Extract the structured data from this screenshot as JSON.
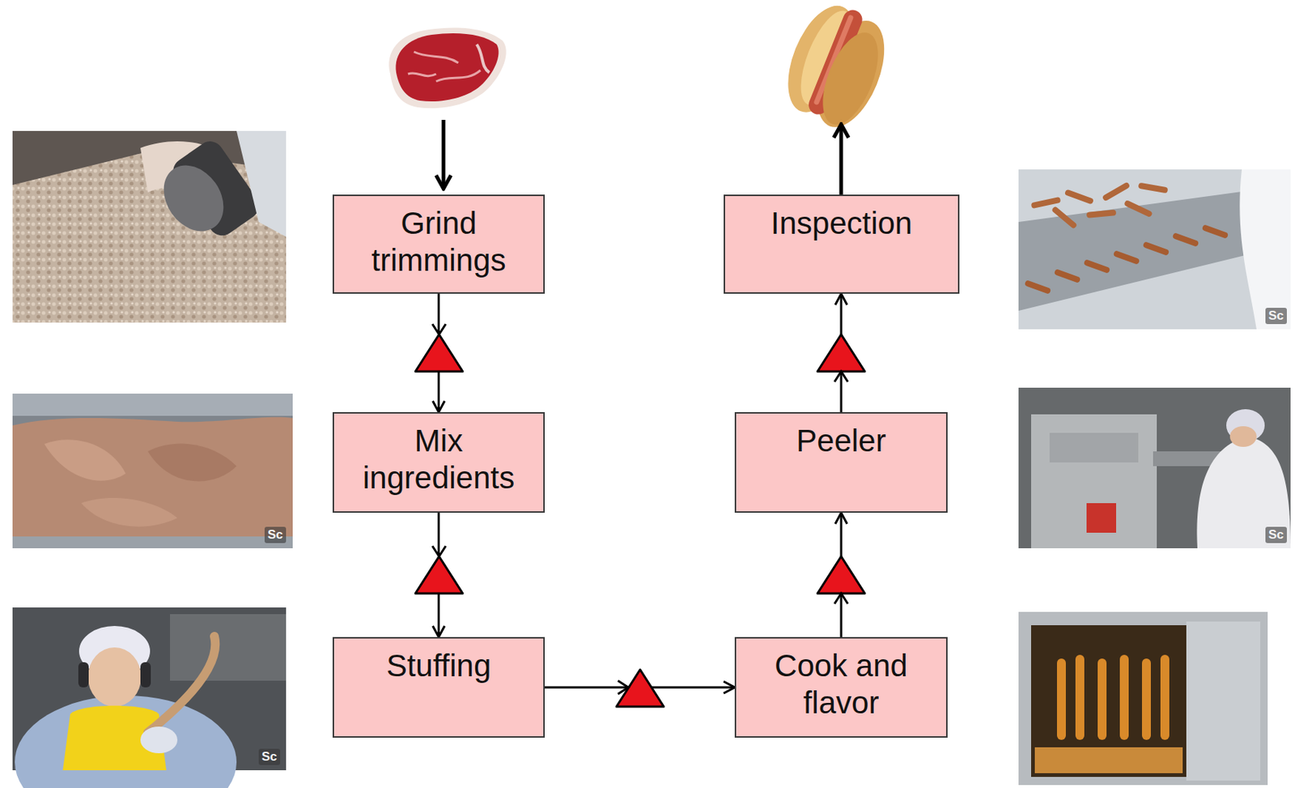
{
  "diagram": {
    "nodes": [
      {
        "text": [
          "Grind trimmings"
        ]
      },
      {
        "text": [
          "Mix ingredients"
        ]
      },
      {
        "text": [
          "Stuffing"
        ]
      },
      {
        "text": [
          "Cook and flavor"
        ]
      },
      {
        "text": [
          "Peeler"
        ]
      },
      {
        "text": [
          "Inspection"
        ]
      }
    ],
    "edges": [
      {
        "from": 0,
        "to": 1,
        "arrow": "to"
      },
      {
        "from": 1,
        "to": 2,
        "arrow": "to"
      },
      {
        "from": 2,
        "to": 3,
        "arrow": "to"
      },
      {
        "from": 3,
        "to": 4,
        "arrow": "to"
      },
      {
        "from": 4,
        "to": 5,
        "arrow": "to"
      }
    ],
    "labels": [
      "Sc",
      "Sc",
      "Sc",
      "Sc"
    ]
  }
}
